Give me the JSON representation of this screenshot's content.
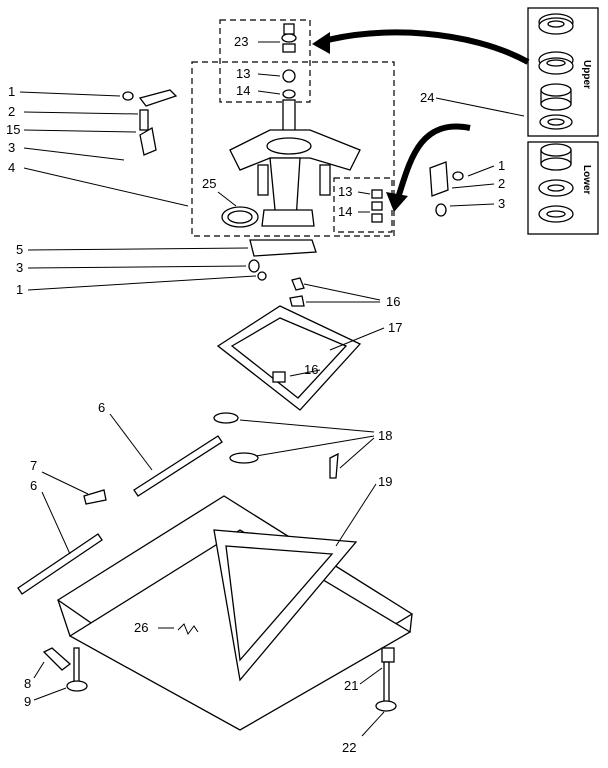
{
  "diagram": {
    "callouts": [
      {
        "id": "c1a",
        "text": "1"
      },
      {
        "id": "c2a",
        "text": "2"
      },
      {
        "id": "c15",
        "text": "15"
      },
      {
        "id": "c3a",
        "text": "3"
      },
      {
        "id": "c4",
        "text": "4"
      },
      {
        "id": "c23",
        "text": "23"
      },
      {
        "id": "c13a",
        "text": "13"
      },
      {
        "id": "c14a",
        "text": "14"
      },
      {
        "id": "c24",
        "text": "24"
      },
      {
        "id": "c25",
        "text": "25"
      },
      {
        "id": "c13b",
        "text": "13"
      },
      {
        "id": "c14b",
        "text": "14"
      },
      {
        "id": "c1b",
        "text": "1"
      },
      {
        "id": "c2b",
        "text": "2"
      },
      {
        "id": "c3b",
        "text": "3"
      },
      {
        "id": "c5",
        "text": "5"
      },
      {
        "id": "c3c",
        "text": "3"
      },
      {
        "id": "c1c",
        "text": "1"
      },
      {
        "id": "c16a",
        "text": "16"
      },
      {
        "id": "c17",
        "text": "17"
      },
      {
        "id": "c16b",
        "text": "16"
      },
      {
        "id": "c18",
        "text": "18"
      },
      {
        "id": "c6a",
        "text": "6"
      },
      {
        "id": "c7",
        "text": "7"
      },
      {
        "id": "c6b",
        "text": "6"
      },
      {
        "id": "c19",
        "text": "19"
      },
      {
        "id": "c26",
        "text": "26"
      },
      {
        "id": "c8",
        "text": "8"
      },
      {
        "id": "c9",
        "text": "9"
      },
      {
        "id": "c21",
        "text": "21"
      },
      {
        "id": "c22",
        "text": "22"
      }
    ],
    "inset_labels": {
      "upper": "Upper",
      "lower": "Lower"
    }
  }
}
